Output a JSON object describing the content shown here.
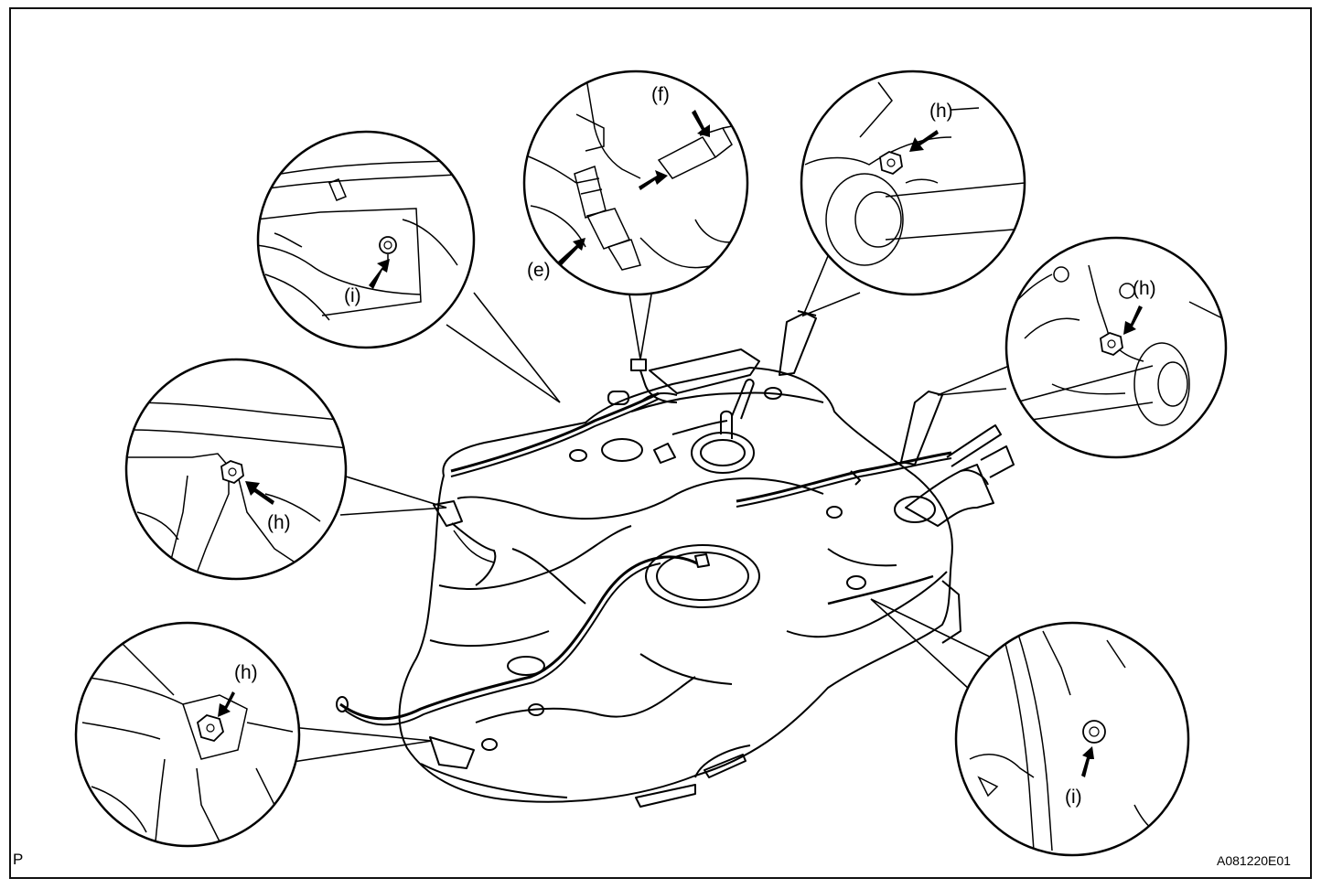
{
  "labels": {
    "e": "(e)",
    "f": "(f)",
    "h": "(h)",
    "i": "(i)"
  },
  "footer": {
    "left_mark": "P",
    "figure_code": "A081220E01"
  },
  "colors": {
    "line": "#000000",
    "background": "#ffffff"
  },
  "icons": [
    "arrow-icon",
    "bolt-icon",
    "connector-icon"
  ]
}
